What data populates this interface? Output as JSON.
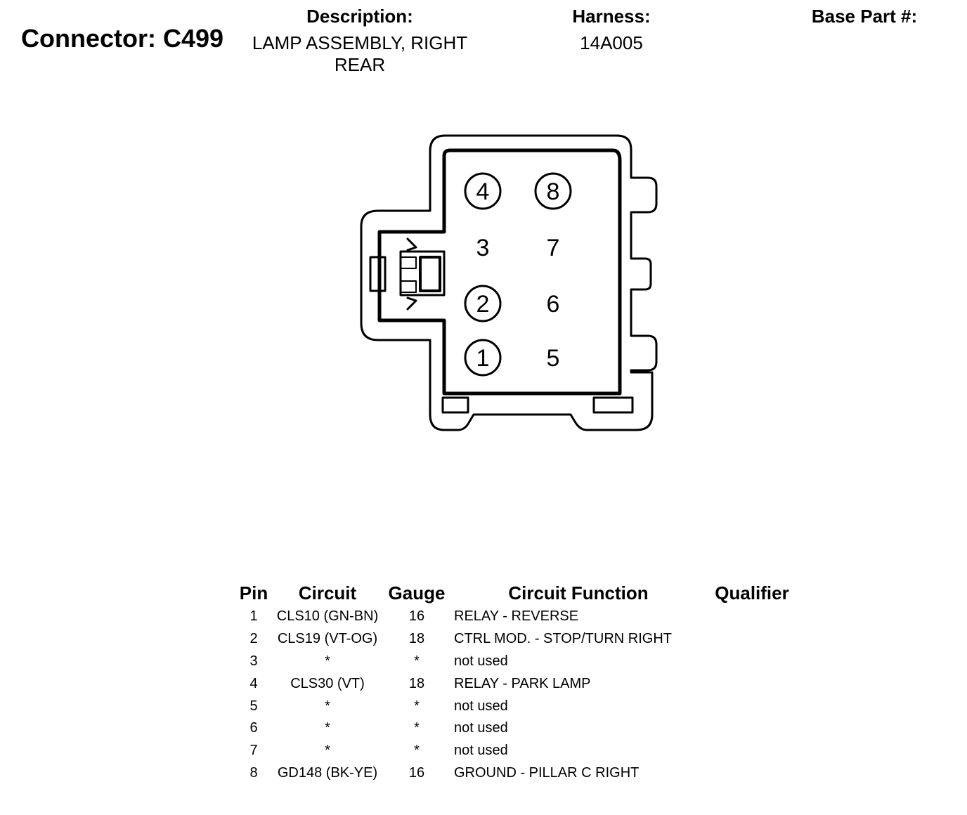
{
  "connector": {
    "title_label": "Connector:",
    "id": "C499",
    "description_label": "Description:",
    "description_line1": "LAMP ASSEMBLY, RIGHT",
    "description_line2": "REAR",
    "harness_label": "Harness:",
    "harness_value": "14A005",
    "base_part_label": "Base Part #:",
    "base_part_value": ""
  },
  "face": {
    "pins": [
      {
        "pin": "4",
        "circled": true
      },
      {
        "pin": "8",
        "circled": true
      },
      {
        "pin": "3",
        "circled": false
      },
      {
        "pin": "7",
        "circled": false
      },
      {
        "pin": "2",
        "circled": true
      },
      {
        "pin": "6",
        "circled": false
      },
      {
        "pin": "1",
        "circled": true
      },
      {
        "pin": "5",
        "circled": false
      }
    ]
  },
  "table": {
    "headers": {
      "pin": "Pin",
      "circuit": "Circuit",
      "gauge": "Gauge",
      "function": "Circuit Function",
      "qualifier": "Qualifier"
    },
    "rows": [
      {
        "pin": "1",
        "circuit": "CLS10 (GN-BN)",
        "gauge": "16",
        "function": "RELAY - REVERSE",
        "qualifier": ""
      },
      {
        "pin": "2",
        "circuit": "CLS19 (VT-OG)",
        "gauge": "18",
        "function": "CTRL MOD. - STOP/TURN RIGHT",
        "qualifier": ""
      },
      {
        "pin": "3",
        "circuit": "*",
        "gauge": "*",
        "function": "not used",
        "qualifier": ""
      },
      {
        "pin": "4",
        "circuit": "CLS30 (VT)",
        "gauge": "18",
        "function": "RELAY - PARK LAMP",
        "qualifier": ""
      },
      {
        "pin": "5",
        "circuit": "*",
        "gauge": "*",
        "function": "not used",
        "qualifier": ""
      },
      {
        "pin": "6",
        "circuit": "*",
        "gauge": "*",
        "function": "not used",
        "qualifier": ""
      },
      {
        "pin": "7",
        "circuit": "*",
        "gauge": "*",
        "function": "not used",
        "qualifier": ""
      },
      {
        "pin": "8",
        "circuit": "GD148 (BK-YE)",
        "gauge": "16",
        "function": "GROUND - PILLAR C RIGHT",
        "qualifier": ""
      }
    ]
  }
}
